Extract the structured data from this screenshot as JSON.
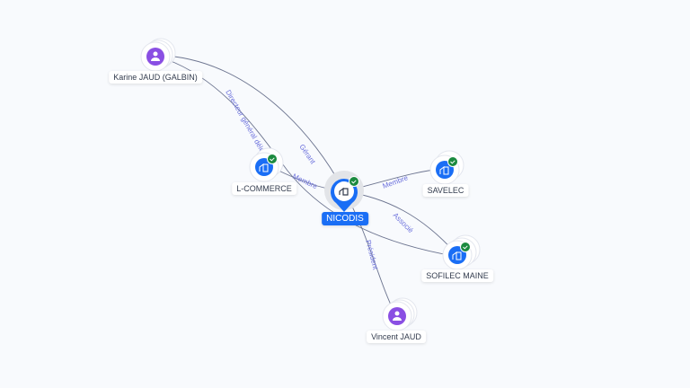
{
  "colors": {
    "company": "#1a6ef5",
    "person": "#8a4fe3",
    "check": "#1b8a3f",
    "edge": "#6d7590",
    "edge_label": "#6a6fdc"
  },
  "nodes": {
    "nicodis": {
      "label": "NICODIS",
      "type": "company",
      "verified": true,
      "icon": "building-icon"
    },
    "karine": {
      "label": "Karine JAUD (GALBIN)",
      "type": "person",
      "icon": "person-icon"
    },
    "lcommerce": {
      "label": "L-COMMERCE",
      "type": "company",
      "verified": true,
      "icon": "building-icon"
    },
    "savelec": {
      "label": "SAVELEC",
      "type": "company",
      "verified": true,
      "icon": "building-icon"
    },
    "sofilec": {
      "label": "SOFILEC MAINE",
      "type": "company",
      "verified": true,
      "icon": "building-icon"
    },
    "vincent": {
      "label": "Vincent JAUD",
      "type": "person",
      "icon": "person-icon"
    }
  },
  "edges": {
    "gerant": "Gérant",
    "dg": "Directeur général délégué",
    "membre1": "Membre",
    "membre2": "Membre",
    "associe": "Associé",
    "president": "Président"
  }
}
